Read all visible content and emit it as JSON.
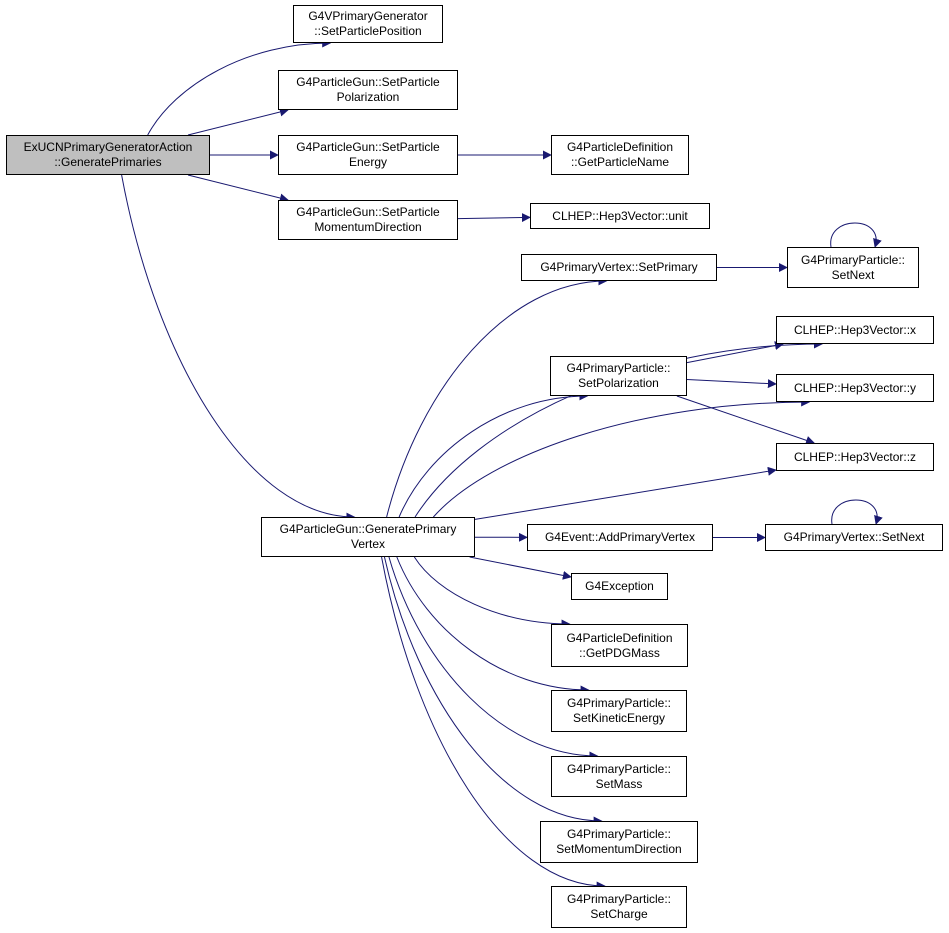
{
  "colors": {
    "edge": "#191970",
    "root_fill": "#bfbfbf",
    "node_fill": "#ffffff",
    "border": "#000000"
  },
  "nodes": {
    "root": {
      "l1": "ExUCNPrimaryGeneratorAction",
      "l2": "::GeneratePrimaries"
    },
    "setpos": {
      "l1": "G4VPrimaryGenerator",
      "l2": "::SetParticlePosition"
    },
    "setpol": {
      "l1": "G4ParticleGun::SetParticle",
      "l2": "Polarization"
    },
    "setenergy": {
      "l1": "G4ParticleGun::SetParticle",
      "l2": "Energy"
    },
    "setmomdir": {
      "l1": "G4ParticleGun::SetParticle",
      "l2": "MomentumDirection"
    },
    "getname": {
      "l1": "G4ParticleDefinition",
      "l2": "::GetParticleName"
    },
    "unit": {
      "l1": "CLHEP::Hep3Vector::unit"
    },
    "genvertex": {
      "l1": "G4ParticleGun::GeneratePrimary",
      "l2": "Vertex"
    },
    "setprimary": {
      "l1": "G4PrimaryVertex::SetPrimary"
    },
    "ppsetnext": {
      "l1": "G4PrimaryParticle::",
      "l2": "SetNext"
    },
    "hx": {
      "l1": "CLHEP::Hep3Vector::x"
    },
    "hy": {
      "l1": "CLHEP::Hep3Vector::y"
    },
    "hz": {
      "l1": "CLHEP::Hep3Vector::z"
    },
    "ppsetpol": {
      "l1": "G4PrimaryParticle::",
      "l2": "SetPolarization"
    },
    "addvertex": {
      "l1": "G4Event::AddPrimaryVertex"
    },
    "pvsetnext": {
      "l1": "G4PrimaryVertex::SetNext"
    },
    "exception": {
      "l1": "G4Exception"
    },
    "pdgmass": {
      "l1": "G4ParticleDefinition",
      "l2": "::GetPDGMass"
    },
    "ppsetkin": {
      "l1": "G4PrimaryParticle::",
      "l2": "SetKineticEnergy"
    },
    "ppsetmass": {
      "l1": "G4PrimaryParticle::",
      "l2": "SetMass"
    },
    "ppsetmomdir": {
      "l1": "G4PrimaryParticle::",
      "l2": "SetMomentumDirection"
    },
    "ppsetcharge": {
      "l1": "G4PrimaryParticle::",
      "l2": "SetCharge"
    }
  },
  "edges": [
    [
      "root",
      "setpos"
    ],
    [
      "root",
      "setpol"
    ],
    [
      "root",
      "setenergy"
    ],
    [
      "root",
      "setmomdir"
    ],
    [
      "root",
      "genvertex"
    ],
    [
      "setenergy",
      "getname"
    ],
    [
      "setmomdir",
      "unit"
    ],
    [
      "genvertex",
      "setprimary"
    ],
    [
      "genvertex",
      "hx"
    ],
    [
      "genvertex",
      "ppsetpol"
    ],
    [
      "genvertex",
      "hy"
    ],
    [
      "genvertex",
      "hz"
    ],
    [
      "genvertex",
      "addvertex"
    ],
    [
      "genvertex",
      "exception"
    ],
    [
      "genvertex",
      "pdgmass"
    ],
    [
      "genvertex",
      "ppsetkin"
    ],
    [
      "genvertex",
      "ppsetmass"
    ],
    [
      "genvertex",
      "ppsetmomdir"
    ],
    [
      "genvertex",
      "ppsetcharge"
    ],
    [
      "setprimary",
      "ppsetnext"
    ],
    [
      "ppsetnext",
      "ppsetnext"
    ],
    [
      "ppsetpol",
      "hx"
    ],
    [
      "ppsetpol",
      "hy"
    ],
    [
      "ppsetpol",
      "hz"
    ],
    [
      "addvertex",
      "pvsetnext"
    ],
    [
      "pvsetnext",
      "pvsetnext"
    ]
  ]
}
